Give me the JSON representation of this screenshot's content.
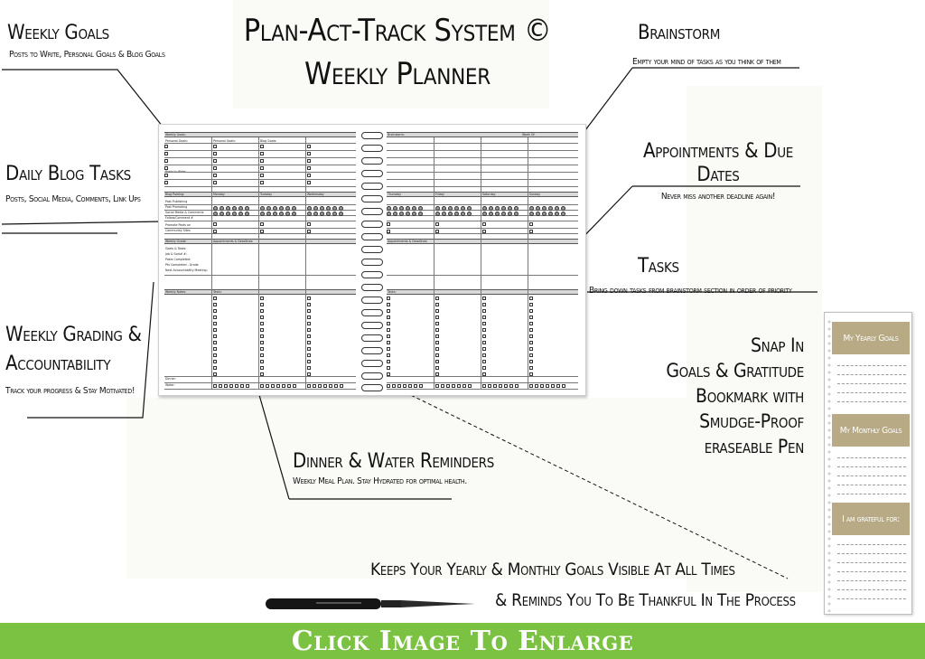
{
  "title": {
    "line1": "Plan-Act-Track System ©",
    "line2": "Weekly Planner"
  },
  "labels": {
    "weekly_goals": {
      "heading": "Weekly Goals",
      "sub": "Posts to Write, Personal Goals & Blog Goals"
    },
    "daily_blog_tasks": {
      "heading": "Daily Blog Tasks",
      "sub": "Posts, Social Media, Comments, Link Ups"
    },
    "weekly_grading": {
      "heading1": "Weekly Grading &",
      "heading2": "Accountability",
      "sub": "Track your progress & Stay Motivated!"
    },
    "brainstorm": {
      "heading": "Brainstorm",
      "sub": "Empty your mind of tasks as you think of them"
    },
    "appointments": {
      "heading": "Appointments & Due Dates",
      "sub": "Never miss another deadline again!"
    },
    "tasks": {
      "heading": "Tasks",
      "sub": "Bring down tasks from brainstorm section in order of priority"
    },
    "dinner_water": {
      "heading": "Dinner & Water Reminders",
      "sub": "Weekly Meal Plan. Stay Hydrated for optimal health."
    }
  },
  "planner": {
    "left": {
      "weekly_goals": "Weekly Goals:",
      "personal_goals": "Personal Goals:",
      "blog_goals": "Blog Goals:",
      "posts_to_write": "Posts to Write:",
      "blog_posting": "Blog Posting:",
      "days": [
        "Monday",
        "Tuesday",
        "Wednesday"
      ],
      "task_rows": [
        "Post Publishing",
        "Post Promoting",
        "Social Media & Comments",
        "Follow/Comment #",
        "Promote Posts on",
        "Community Sites"
      ],
      "grade": "Weekly Grade:",
      "grade_rows": [
        "Goals & Tasks:",
        "Job & Social #:",
        "Posts Completed:",
        "Pts Completed - Grade",
        "Next Accountability Meeting:"
      ],
      "appointments": "Appointments & Deadlines:",
      "notes": "Weekly Notes:",
      "tasks": "Tasks:",
      "dinner": "Dinner:",
      "water": "Water:"
    },
    "right": {
      "brainstorm": "Brainstorm:",
      "week_of": "Week Of:",
      "days": [
        "Thursday",
        "Friday",
        "Saturday",
        "Sunday"
      ],
      "appointments": "Appointments & Deadlines:",
      "tasks": "Tasks:"
    }
  },
  "bookmark": {
    "yearly": "My Yearly Goals",
    "monthly": "My Monthly Goals",
    "grateful": "I am grateful for:"
  },
  "snap": [
    "Snap In",
    "Goals & Gratitude",
    "Bookmark with",
    "Smudge-Proof",
    "eraseable Pen"
  ],
  "bottom": {
    "line1": "Keeps Your Yearly & Monthly Goals Visible At All Times",
    "line2": "&   Reminds You To Be Thankful In The Process"
  },
  "banner": "Click Image To Enlarge"
}
